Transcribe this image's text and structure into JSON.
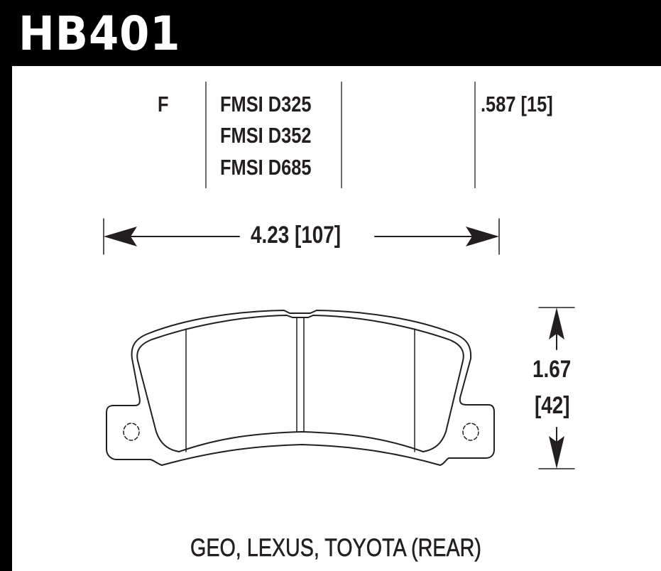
{
  "header": {
    "part_number": "HB401"
  },
  "specs": {
    "position_code": "F",
    "fmsi_numbers": [
      "FMSI D325",
      "FMSI D352",
      "FMSI D685"
    ],
    "thickness": ".587 [15]"
  },
  "dimensions": {
    "width_label": "4.23 [107]",
    "height_label_in": "1.67",
    "height_label_mm": "[42]"
  },
  "application": {
    "label": "GEO, LEXUS, TOYOTA (REAR)"
  },
  "colors": {
    "background": "#ffffff",
    "frame": "#000000",
    "text": "#231f20",
    "line": "#231f20"
  }
}
